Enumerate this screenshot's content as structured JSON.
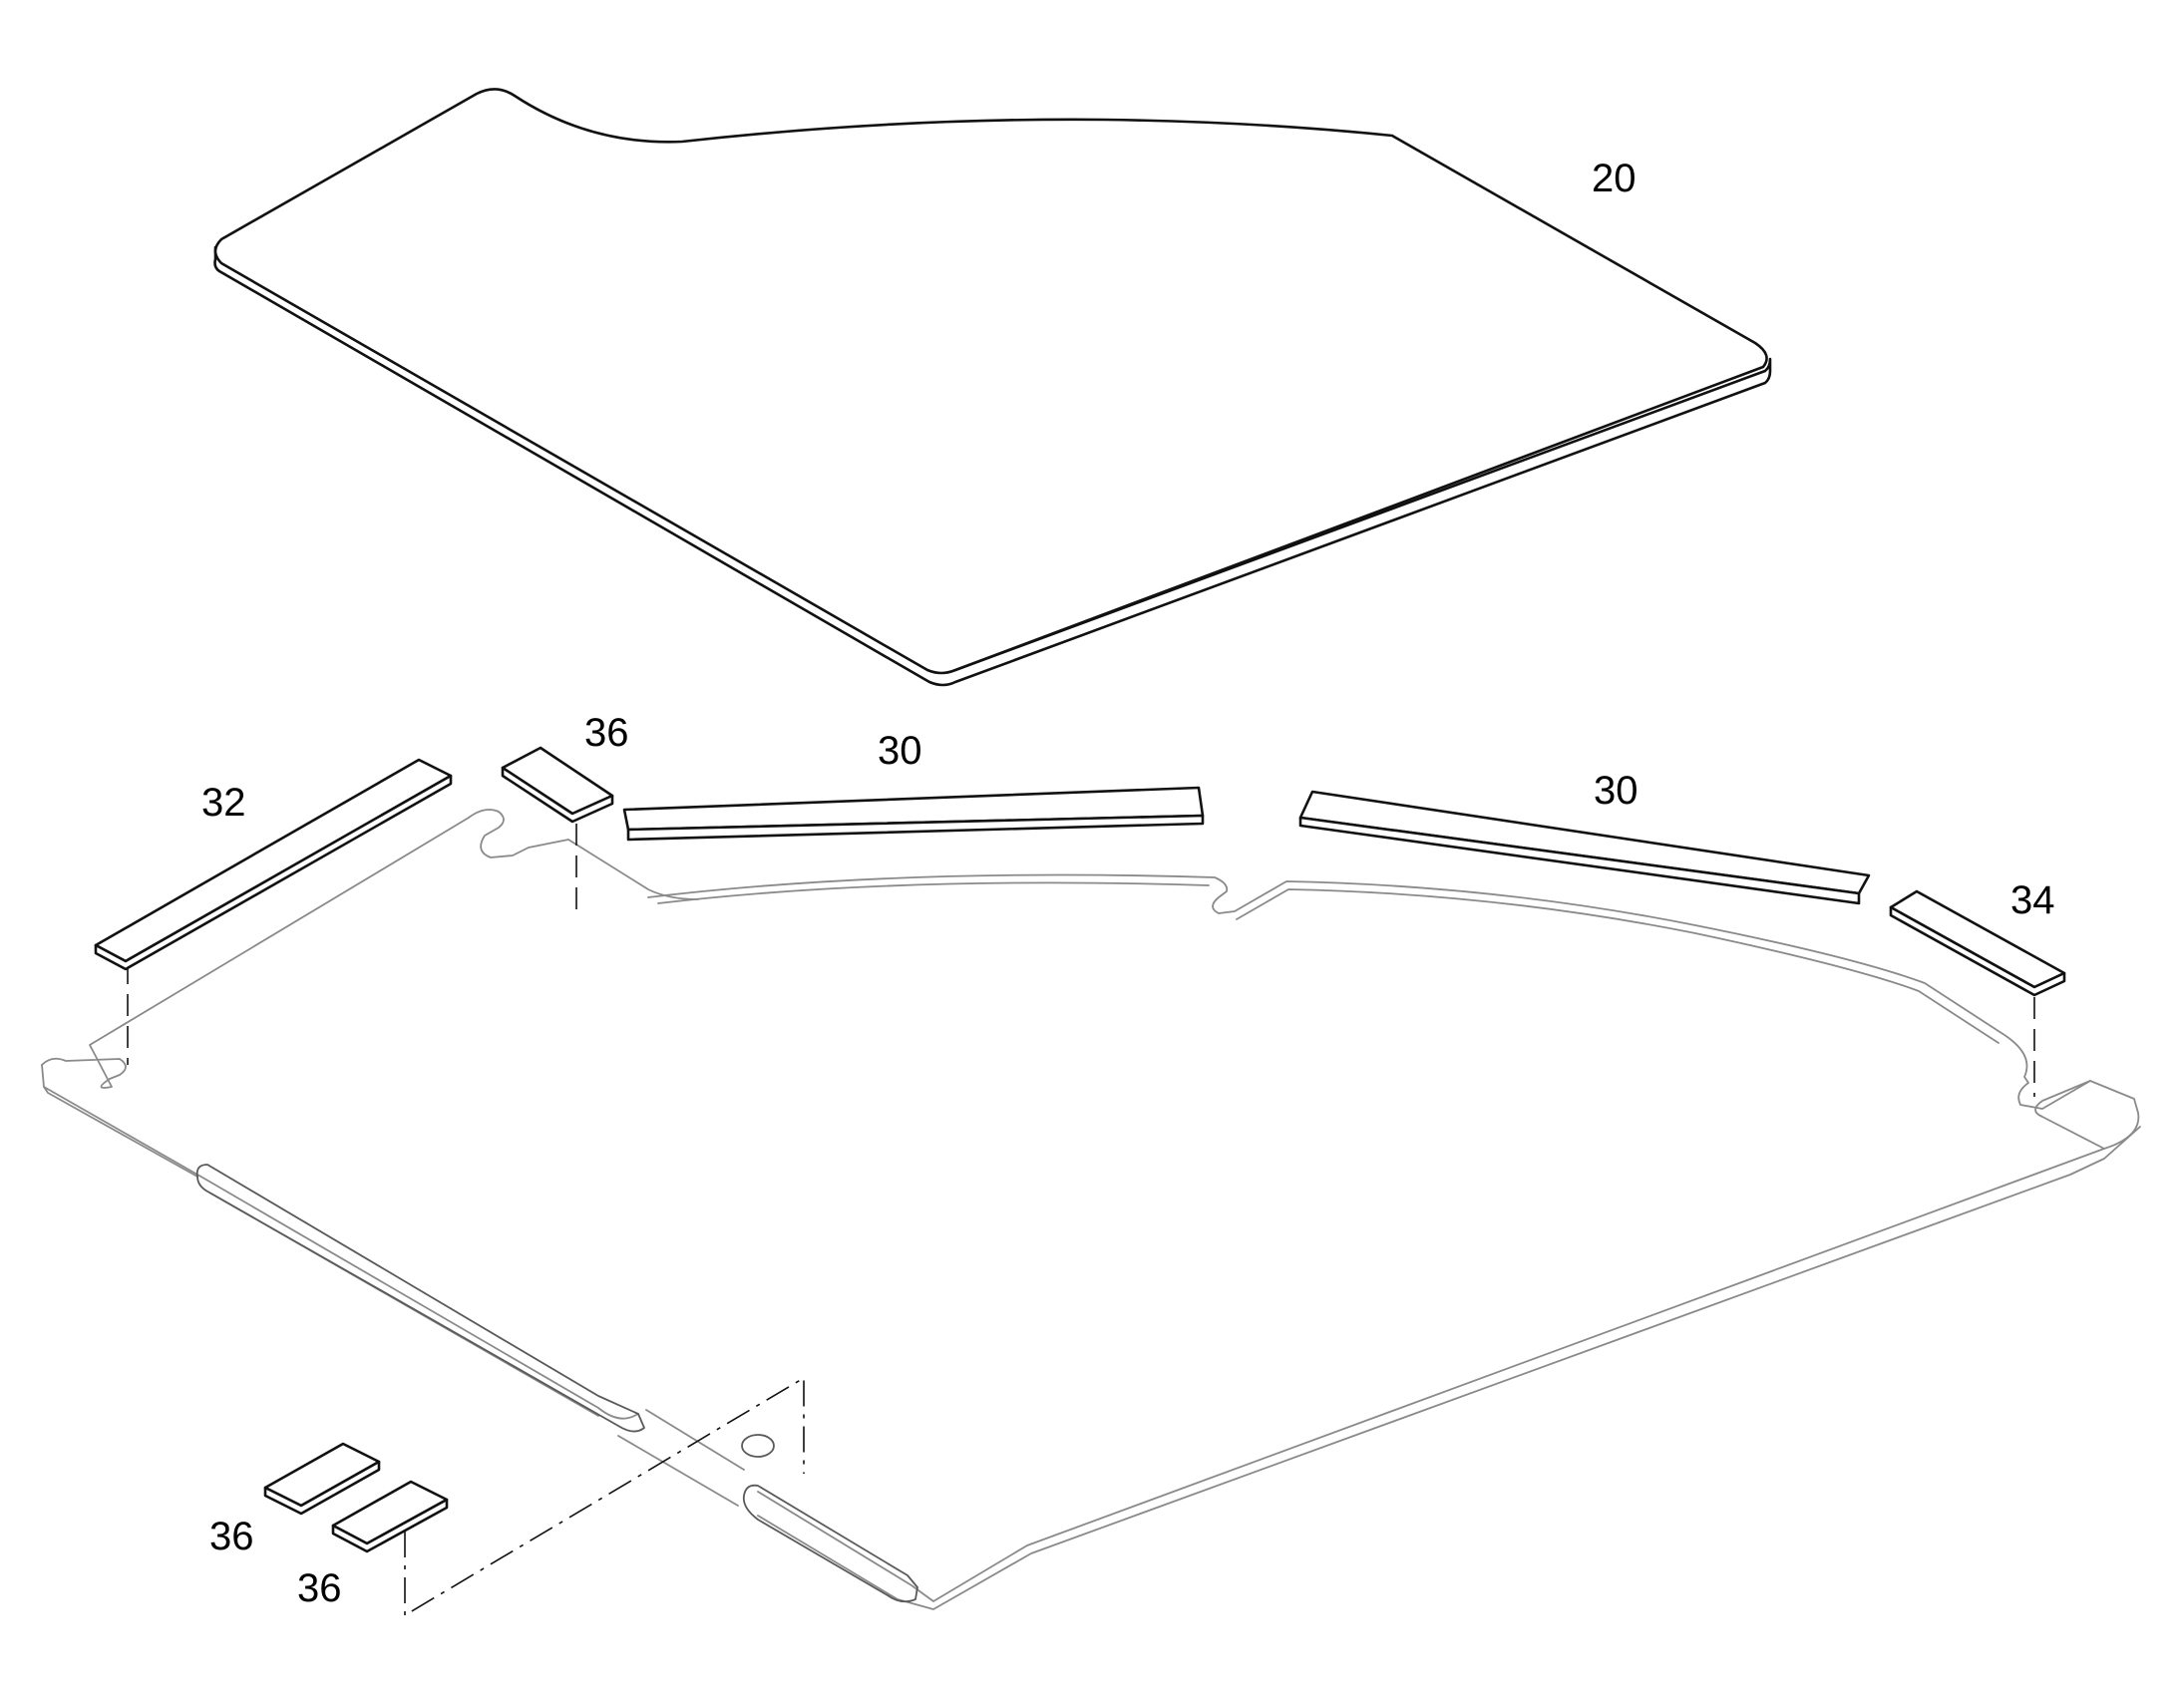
{
  "figure": {
    "reference_numerals": {
      "cover_panel": "20",
      "strip_left_middle": "30",
      "strip_right_middle": "30",
      "strip_left_end": "32",
      "strip_right_end": "34",
      "pad_upper": "36",
      "pad_lower_left": "36",
      "pad_lower_right": "36"
    }
  }
}
